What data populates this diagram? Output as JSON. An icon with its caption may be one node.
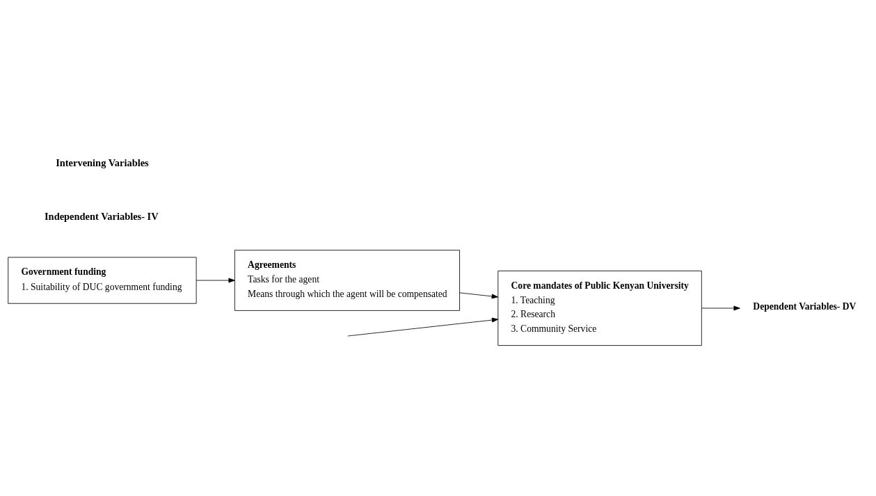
{
  "diagram": {
    "nodes": [
      {
        "text": [
          "Government funding",
          "1. Suitability of DUC government funding"
        ]
      },
      {
        "text": [
          "Agreements",
          "Tasks for the agent",
          "Means through which the agent will be compensated"
        ]
      },
      {
        "text": [
          "Core mandates of Public Kenyan University",
          "1. Teaching",
          "2. Research",
          "3. Community Service"
        ]
      },
      {
        "text": [
          "Dependent Variables- DV"
        ]
      }
    ],
    "edges": [
      {
        "from": 0,
        "to": 1,
        "arrow": "to"
      },
      {
        "from": 1,
        "to": 2,
        "arrow": "to"
      },
      {
        "from": 2,
        "to": 3,
        "arrow": "to"
      },
      {
        "from": null,
        "to": 2,
        "arrow": "to"
      }
    ],
    "labels": [
      "Independent Variables- IV",
      "Intervening Variables"
    ]
  }
}
